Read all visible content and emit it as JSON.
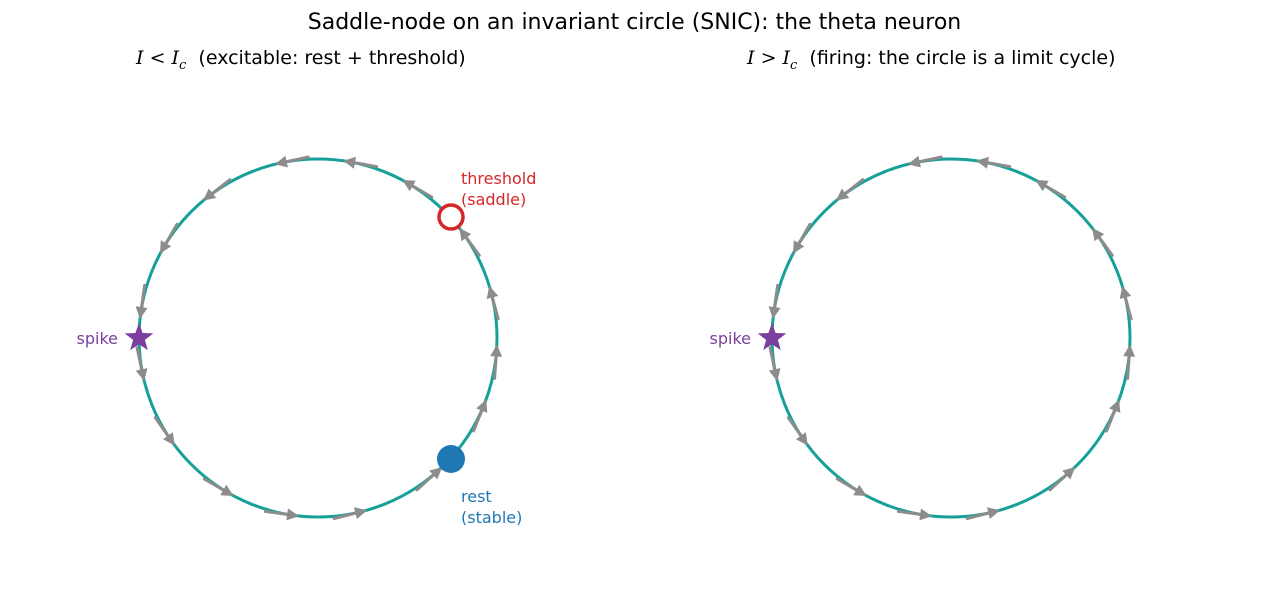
{
  "title": "Saddle-node on an invariant circle (SNIC): the theta neuron",
  "colors": {
    "circle": "#17a09a",
    "arrow": "#8c8c8c",
    "threshold": "#d62728",
    "rest": "#1f77b4",
    "spike": "#7b3f9e"
  },
  "panels": [
    {
      "title_math_var": "I",
      "title_math_rel": "<",
      "title_math_sub": "c",
      "title_text": "(excitable: rest + threshold)",
      "spike_label": "spike",
      "threshold_label_1": "threshold",
      "threshold_label_2": "(saddle)",
      "rest_label_1": "rest",
      "rest_label_2": "(stable)"
    },
    {
      "title_math_var": "I",
      "title_math_rel": ">",
      "title_math_sub": "c",
      "title_text": "(firing: the circle is a limit cycle)",
      "spike_label": "spike"
    }
  ]
}
